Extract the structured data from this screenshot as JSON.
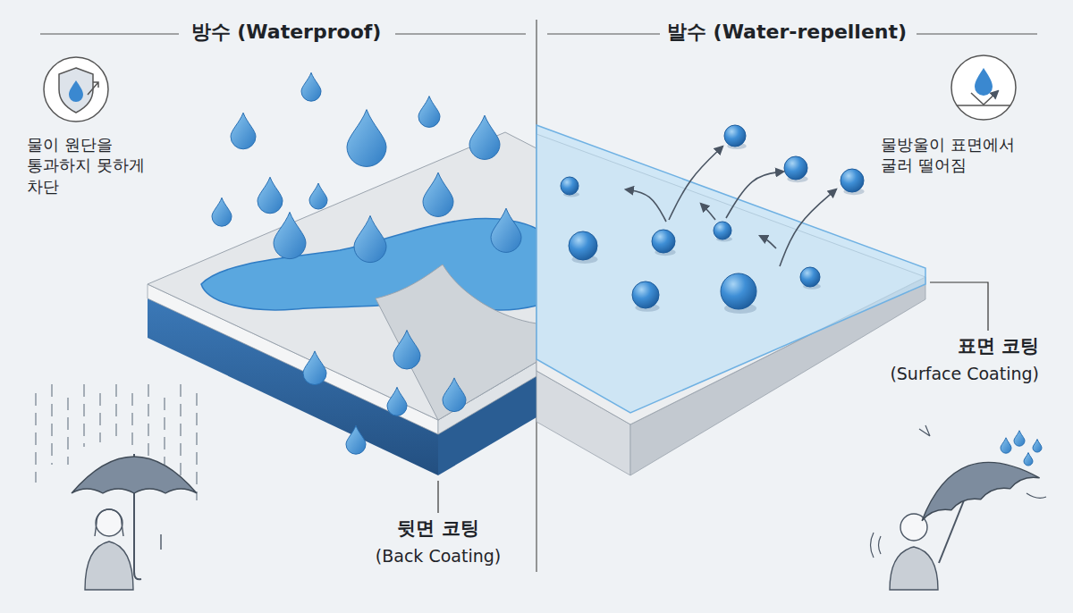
{
  "diagram": {
    "labels": [
      "방수 (Waterproof)",
      "발수 (Water-repellent)",
      "물이 원단을 통과하지 못하게 차단",
      "물방울이 표면에서 굴러 떨어짐",
      "뒷면 코팅",
      "(Back Coating)",
      "표면 코팅",
      "(Surface Coating)"
    ]
  }
}
